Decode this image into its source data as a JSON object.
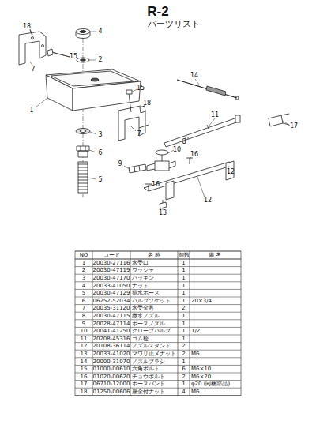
{
  "diagram": {
    "title": "R-2",
    "labels": [
      "パーツリスト",
      "18",
      "15",
      "7",
      "4",
      "2",
      "1",
      "15",
      "18",
      "7",
      "14",
      "17",
      "11",
      "8",
      "10",
      "16",
      "9",
      "12",
      "16",
      "12",
      "13",
      "3",
      "6",
      "5",
      "NO",
      "コード",
      "名 称",
      "個数",
      "備 考",
      "1",
      "20030-27116",
      "水受口",
      "1",
      "2",
      "20030-47119",
      "ワッシャ",
      "1",
      "3",
      "20030-47170",
      "パッキン",
      "1",
      "4",
      "20033-41050",
      "ナット",
      "1",
      "5",
      "20030-47129",
      "排水ホース",
      "1",
      "6",
      "06252-52034",
      "バルブソケット",
      "1",
      "20×3/4",
      "7",
      "20035-31120",
      "水受金具",
      "2",
      "8",
      "20030-47115",
      "撒水ノズル",
      "1",
      "9",
      "20028-47114",
      "ホースノズル",
      "1",
      "10",
      "20041-41250",
      "グローブバルブ",
      "1",
      "1/2",
      "11",
      "20208-45316",
      "ゴム栓",
      "1",
      "12",
      "20108-36114",
      "ノズルスタンド",
      "2",
      "13",
      "20033-41020",
      "マワリ止メナット",
      "2",
      "M6",
      "14",
      "20000-31070",
      "ノズルブラシ",
      "1",
      "15",
      "01000-00610",
      "六角ボルト",
      "6",
      "M6×10",
      "16",
      "01020-00620",
      "チョウボルト",
      "2",
      "M6×20",
      "17",
      "06710-12000",
      "ホースバンド",
      "1",
      "φ20 (同梱部品)",
      "18",
      "01250-00606",
      "座金付ナット",
      "4",
      "M6"
    ]
  }
}
